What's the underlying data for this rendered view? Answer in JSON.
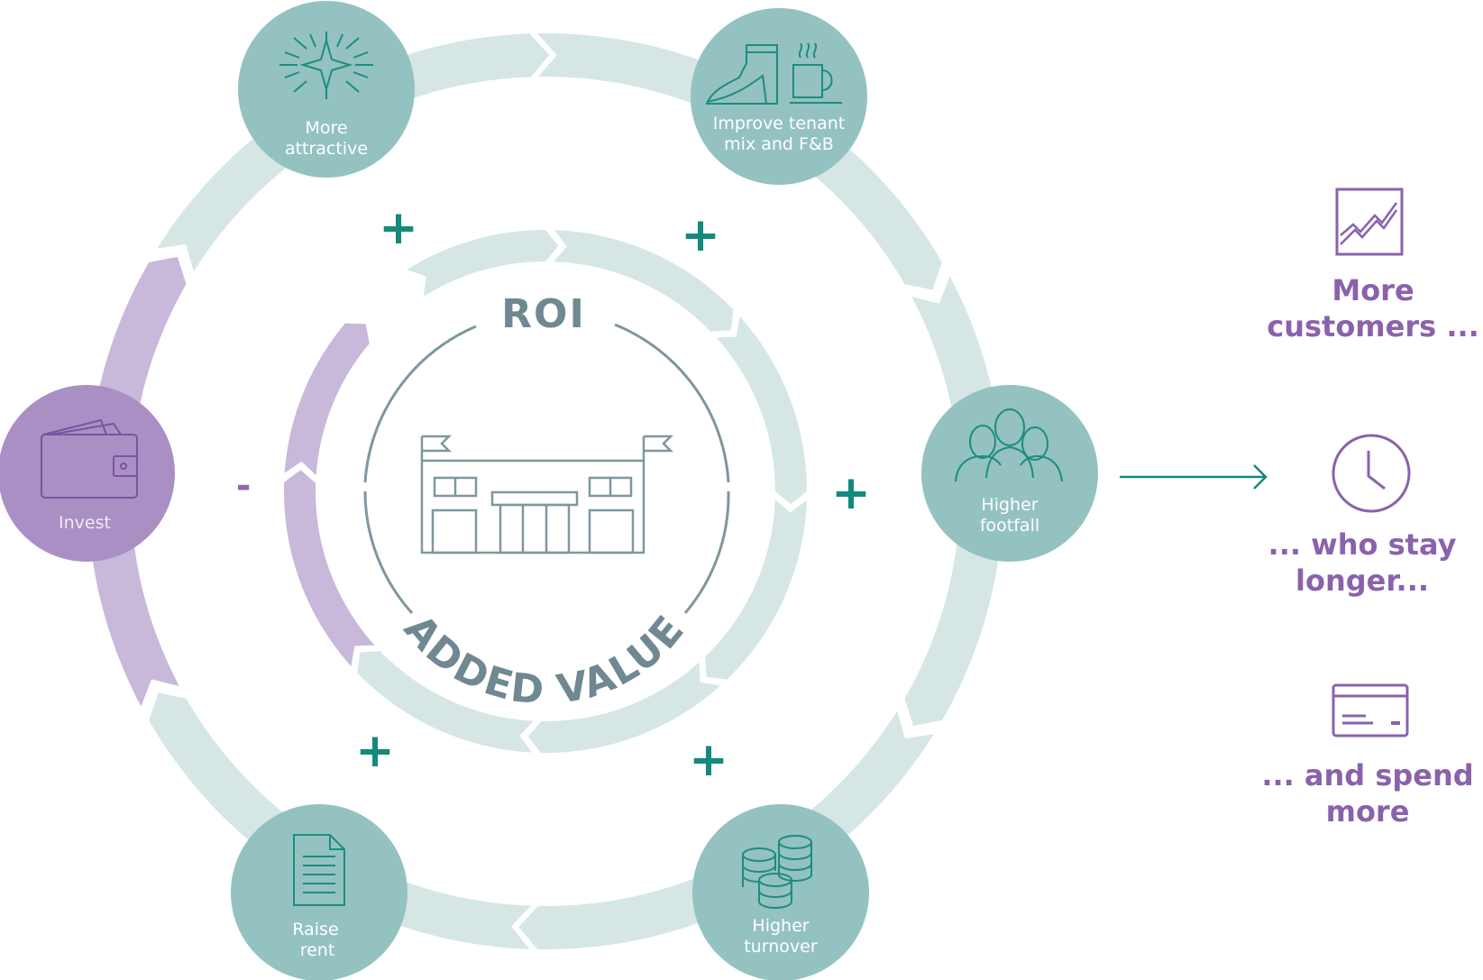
{
  "colors": {
    "teal_node": "#93c2c1",
    "teal_ring": "#d5e6e5",
    "purple_node": "#aa8fc4",
    "purple_ring": "#c8b8da",
    "accent_green": "#14897d",
    "accent_purple": "#8a62ac",
    "center_gray": "#6f8891"
  },
  "center": {
    "top_label": "ROI",
    "bottom_label": "ADDED VALUE",
    "icon": "shopping-mall-icon"
  },
  "nodes": [
    {
      "id": "more-attractive",
      "line1": "More",
      "line2": "attractive",
      "icon": "sparkle-icon"
    },
    {
      "id": "improve-tenant-mix",
      "line1": "Improve tenant",
      "line2": "mix and F&B",
      "icon": "boot-and-coffee-icon"
    },
    {
      "id": "higher-footfall",
      "line1": "Higher",
      "line2": "footfall",
      "icon": "people-group-icon"
    },
    {
      "id": "higher-turnover",
      "line1": "Higher",
      "line2": "turnover",
      "icon": "coin-stacks-icon"
    },
    {
      "id": "raise-rent",
      "line1": "Raise",
      "line2": "rent",
      "icon": "document-icon"
    },
    {
      "id": "invest",
      "line1": "Invest",
      "line2": "",
      "icon": "wallet-icon"
    }
  ],
  "signs": {
    "plus": "+",
    "minus": "-"
  },
  "benefits": [
    {
      "line1": "More",
      "line2": "customers ...",
      "icon": "growth-chart-icon"
    },
    {
      "line1": "... who stay",
      "line2": "longer...",
      "icon": "clock-icon"
    },
    {
      "line1": "... and spend",
      "line2": "more",
      "icon": "credit-card-icon"
    }
  ]
}
